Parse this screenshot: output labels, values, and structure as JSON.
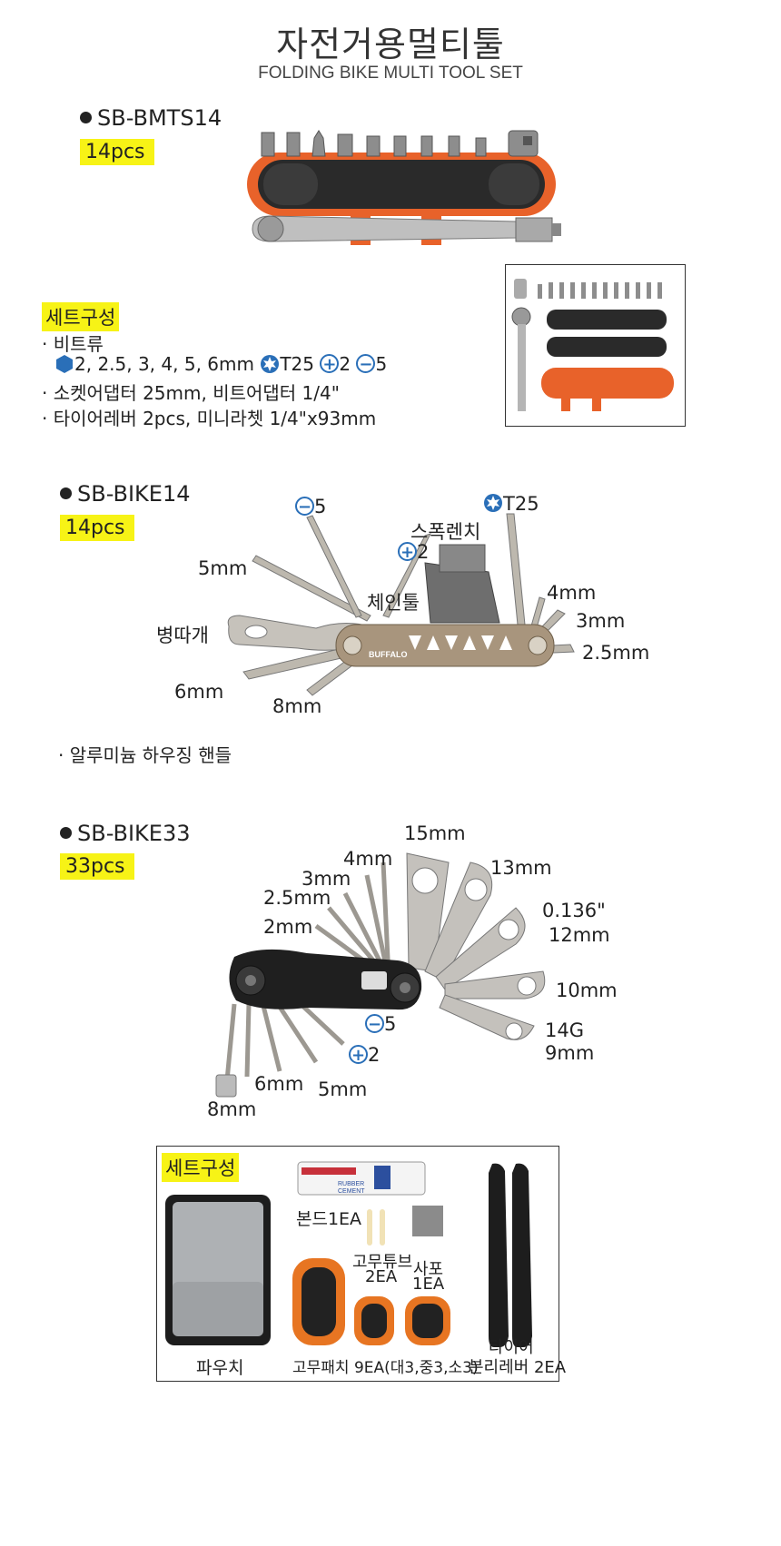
{
  "header": {
    "title": "자전거용멀티툴",
    "subtitle": "FOLDING BIKE MULTI TOOL SET"
  },
  "products": [
    {
      "model": "SB-BMTS14",
      "pcs": "14pcs",
      "set_heading": "세트구성",
      "spec_lines": [
        "· 비트류",
        "2, 2.5, 3, 4, 5, 6mm",
        "T25",
        "2",
        "5",
        "· 소켓어댑터 25mm, 비트어댑터 1/4\"",
        "· 타이어레버 2pcs, 미니라쳇 1/4\"x93mm"
      ]
    },
    {
      "model": "SB-BIKE14",
      "pcs": "14pcs",
      "labels": {
        "minus5": "5",
        "t25": "T25",
        "spoke": "스폭렌치",
        "plus2": "2",
        "mm5": "5mm",
        "chain": "체인툴",
        "mm4": "4mm",
        "mm3": "3mm",
        "opener": "병따개",
        "mm25": "2.5mm",
        "mm6": "6mm",
        "mm8": "8mm",
        "brand": "BUFFALO"
      },
      "note": "· 알루미늄 하우징 핸들"
    },
    {
      "model": "SB-BIKE33",
      "pcs": "33pcs",
      "labels": {
        "mm15": "15mm",
        "mm4": "4mm",
        "mm13": "13mm",
        "mm3": "3mm",
        "mm25": "2.5mm",
        "spoke": "0.136\"",
        "mm12": "12mm",
        "mm2": "2mm",
        "mm10": "10mm",
        "minus5": "5",
        "g14": "14G",
        "plus2": "2",
        "mm9": "9mm",
        "mm6": "6mm",
        "mm5": "5mm",
        "mm8": "8mm"
      },
      "kit": {
        "heading": "세트구성",
        "bond": "본드1EA",
        "tube": "고무튜브",
        "tube_qty": "2EA",
        "sandpaper": "사포",
        "sandpaper_qty": "1EA",
        "pouch": "파우치",
        "patch": "고무패치 9EA(대3,중3,소3)",
        "lever": "타이어",
        "lever2": "분리레버 2EA",
        "tube_text1": "RUBBER",
        "tube_text2": "CEMENT"
      }
    }
  ],
  "colors": {
    "orange": "#e8622a",
    "highlight": "#f7f316",
    "blue_icon": "#2a6fb8",
    "steel": "#b9b4ab",
    "bronze": "#a8957d"
  }
}
